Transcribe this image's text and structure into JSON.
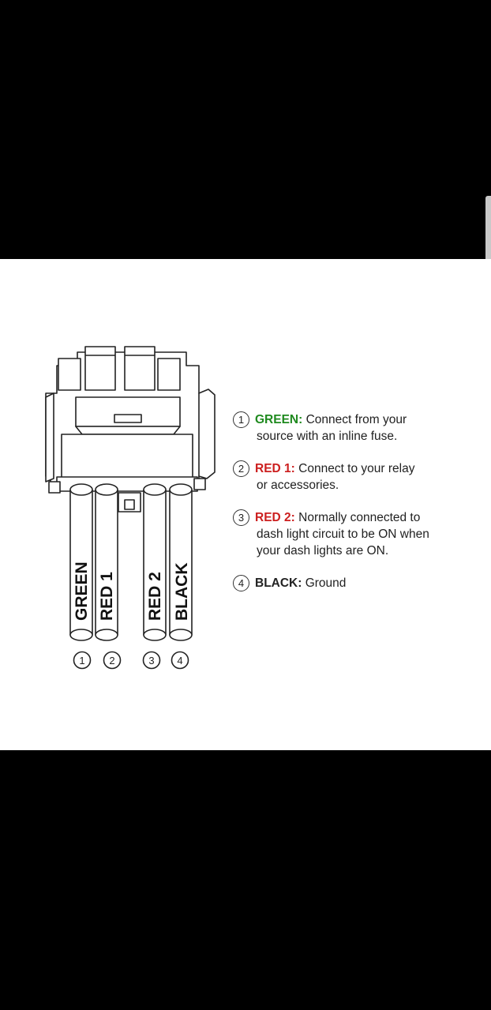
{
  "diagram": {
    "wire_labels": [
      "GREEN",
      "RED 1",
      "RED 2",
      "BLACK"
    ],
    "pin_numbers": [
      "1",
      "2",
      "3",
      "4"
    ]
  },
  "legend": [
    {
      "num": "1",
      "wire": "GREEN:",
      "color": "#1f8a1f",
      "line1": "Connect from your",
      "line2": "source with an inline fuse.",
      "line3": ""
    },
    {
      "num": "2",
      "wire": "RED 1:",
      "color": "#cc1f1f",
      "line1": "Connect to your relay",
      "line2": "or accessories.",
      "line3": ""
    },
    {
      "num": "3",
      "wire": "RED 2:",
      "color": "#cc1f1f",
      "line1": "Normally connected to",
      "line2": "dash light circuit to be ON when",
      "line3": "your dash lights are ON."
    },
    {
      "num": "4",
      "wire": "BLACK:",
      "color": "#222222",
      "line1": "Ground",
      "line2": "",
      "line3": ""
    }
  ]
}
